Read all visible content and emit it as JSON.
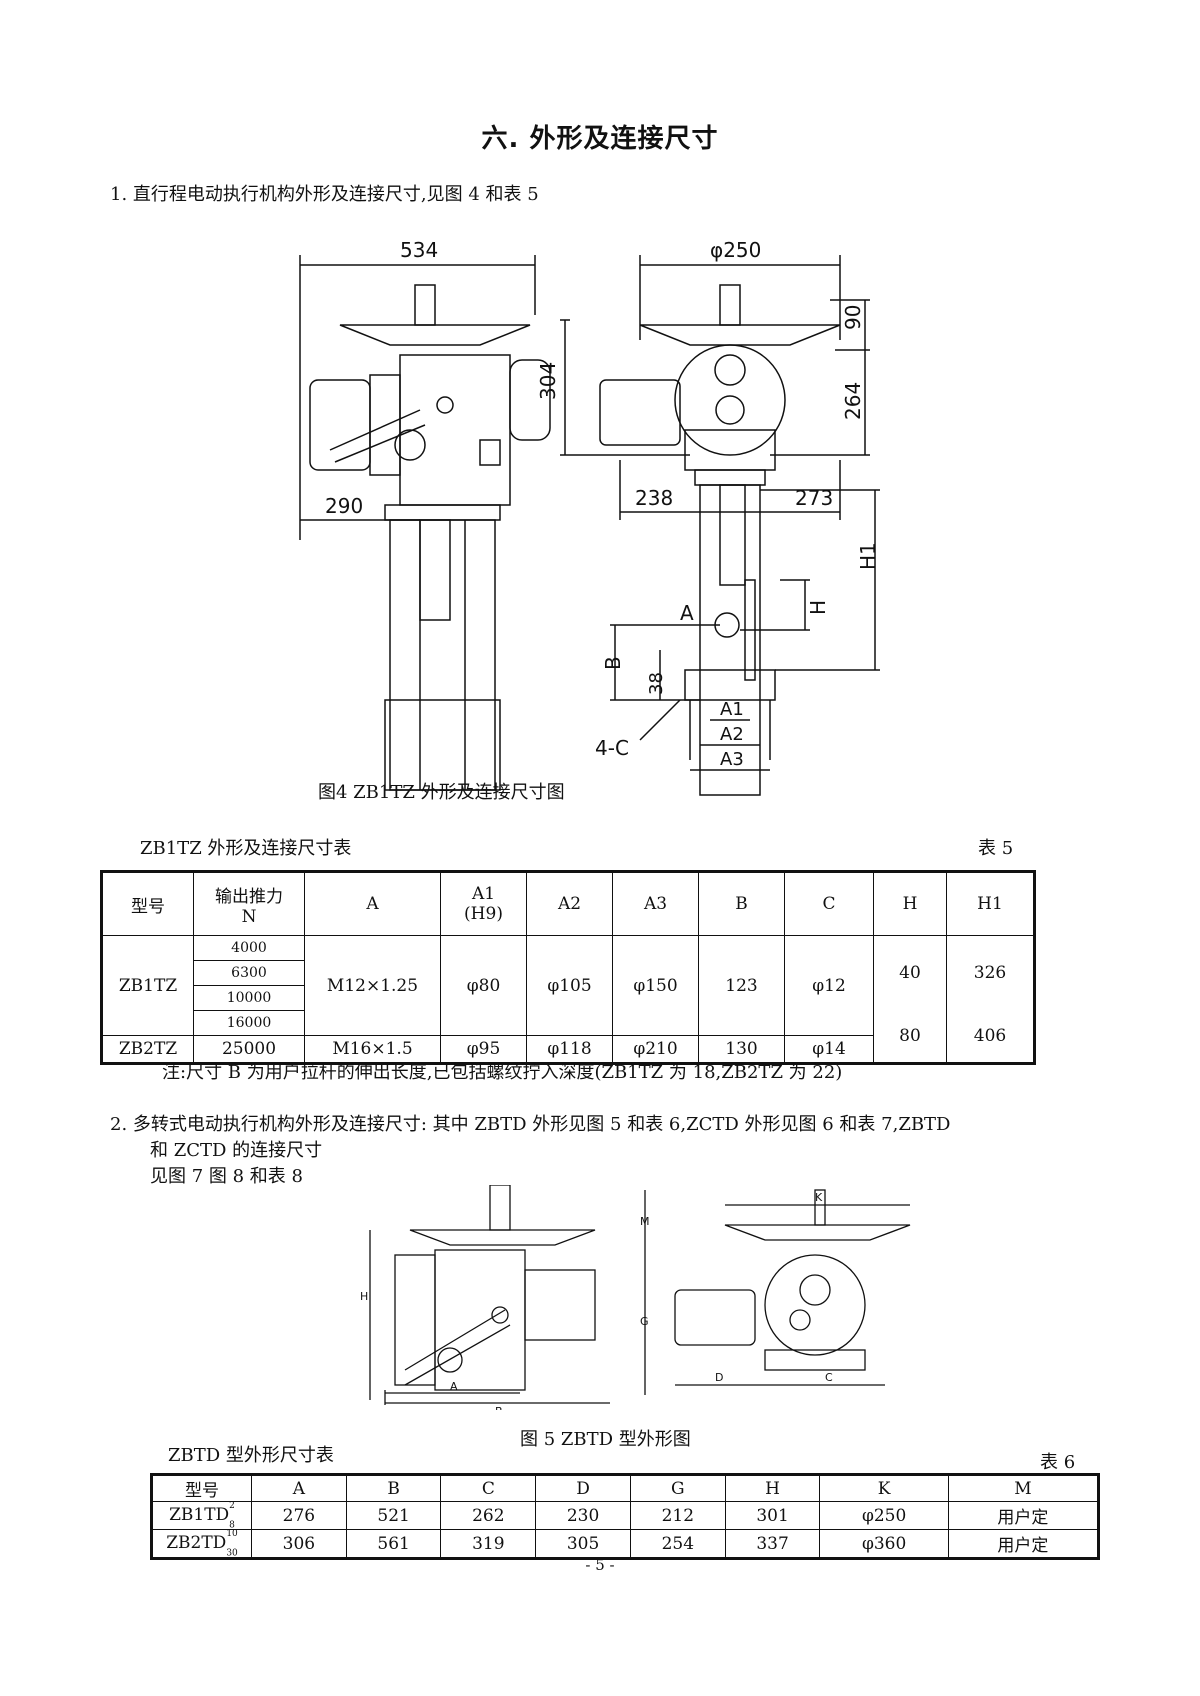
{
  "page_title": "六. 外形及连接尺寸",
  "section1": "1. 直行程电动执行机构外形及连接尺寸,见图 4 和表 5",
  "fig4": {
    "caption": "图4 ZB1TZ 外形及连接尺寸图",
    "dims": {
      "d534": "534",
      "d290": "290",
      "d250": "φ250",
      "d90": "90",
      "d304": "304",
      "d264": "264",
      "d238": "238",
      "d273": "273",
      "dH1": "H1",
      "dH": "H",
      "dA": "A",
      "dB": "B",
      "d38": "38",
      "d4C": "4-C",
      "dA1": "A1",
      "dA2": "A2",
      "dA3": "A3"
    }
  },
  "table5": {
    "caption_left": "ZB1TZ 外形及连接尺寸表",
    "caption_right": "表 5",
    "headers": [
      "型号",
      "输出推力",
      "N",
      "A",
      "A1",
      "(H9)",
      "A2",
      "A3",
      "B",
      "C",
      "H",
      "H1"
    ],
    "zb1tz": {
      "model": "ZB1TZ",
      "forces": [
        "4000",
        "6300",
        "10000",
        "16000"
      ],
      "A": "M12×1.25",
      "A1": "φ80",
      "A2": "φ105",
      "A3": "φ150",
      "B": "123",
      "C": "φ12"
    },
    "zb2tz": {
      "model": "ZB2TZ",
      "force": "25000",
      "A": "M16×1.5",
      "A1": "φ95",
      "A2": "φ118",
      "A3": "φ210",
      "B": "130",
      "C": "φ14"
    },
    "H": [
      "40",
      "80"
    ],
    "H1": [
      "326",
      "406"
    ],
    "note": "注:尺寸 B 为用户拉杆的伸出长度,已包括螺纹拧入深度(ZB1TZ 为 18,ZB2TZ 为 22)"
  },
  "section2": {
    "line1": "2. 多转式电动执行机构外形及连接尺寸: 其中 ZBTD 外形见图 5 和表 6,ZCTD 外形见图 6 和表 7,ZBTD",
    "line2": "和 ZCTD 的连接尺寸",
    "line3": "见图 7 图 8 和表 8"
  },
  "fig5": {
    "caption": "图 5 ZBTD 型外形图",
    "labels": {
      "M": "M",
      "H": "H",
      "G": "G",
      "A": "A",
      "B": "B",
      "K": "K",
      "D": "D",
      "C": "C"
    }
  },
  "table6": {
    "caption_left": "ZBTD 型外形尺寸表",
    "caption_right": "表 6",
    "headers": [
      "型号",
      "A",
      "B",
      "C",
      "D",
      "G",
      "H",
      "K",
      "M"
    ],
    "rows": [
      {
        "model": "ZB1TD",
        "sup": "2",
        "sub": "8",
        "cells": [
          "276",
          "521",
          "262",
          "230",
          "212",
          "301",
          "φ250",
          "用户定"
        ]
      },
      {
        "model": "ZB2TD",
        "sup": "10",
        "sub": "30",
        "cells": [
          "306",
          "561",
          "319",
          "305",
          "254",
          "337",
          "φ360",
          "用户定"
        ]
      }
    ]
  },
  "page_number": "- 5 -"
}
